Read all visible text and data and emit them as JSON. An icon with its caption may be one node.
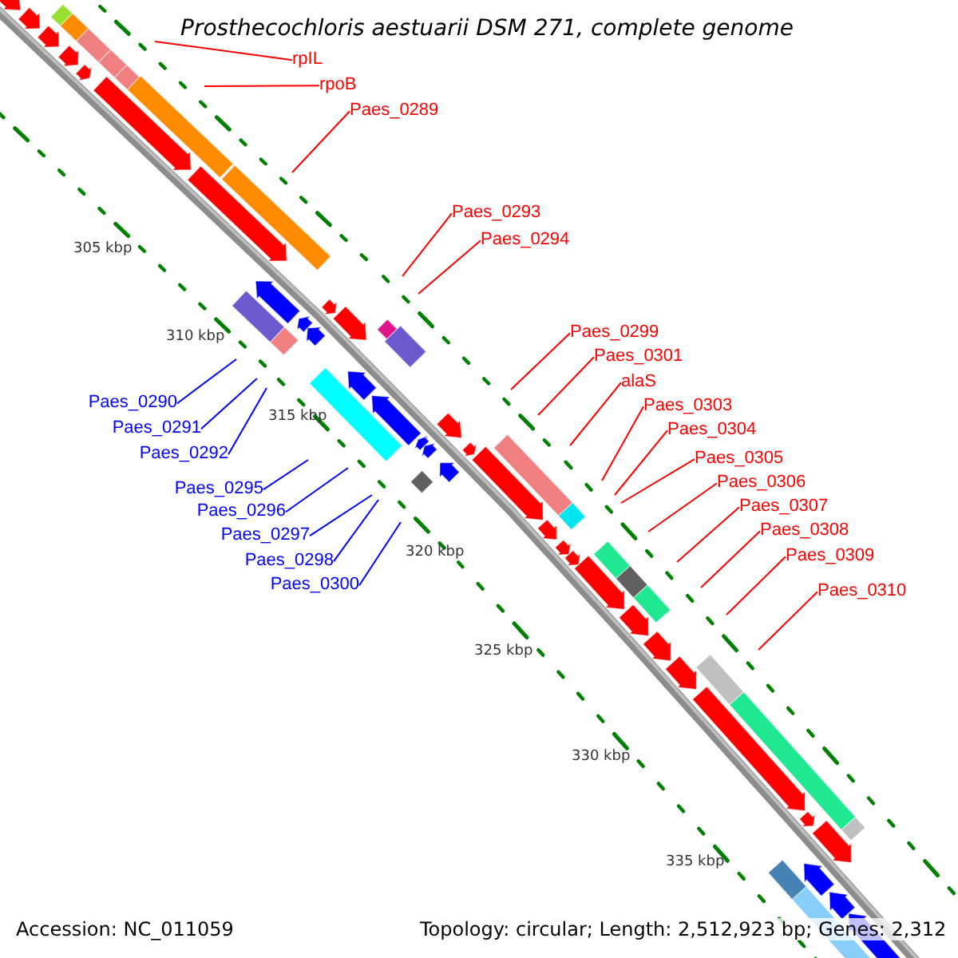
{
  "diagram": {
    "title": "Prosthecochloris aestuarii DSM 271, complete genome",
    "nodes": [
      {
        "text": [
          "rpIL"
        ]
      },
      {
        "text": [
          "rpoB"
        ]
      },
      {
        "text": [
          "Paes_0289"
        ]
      },
      {
        "text": [
          "Paes_0293"
        ]
      },
      {
        "text": [
          "Paes_0294"
        ]
      },
      {
        "text": [
          "Paes_0299"
        ]
      },
      {
        "text": [
          "Paes_0301"
        ]
      },
      {
        "text": [
          "alaS"
        ]
      },
      {
        "text": [
          "Paes_0303"
        ]
      },
      {
        "text": [
          "Paes_0304"
        ]
      },
      {
        "text": [
          "Paes_0305"
        ]
      },
      {
        "text": [
          "Paes_0306"
        ]
      },
      {
        "text": [
          "Paes_0307"
        ]
      },
      {
        "text": [
          "Paes_0308"
        ]
      },
      {
        "text": [
          "Paes_0309"
        ]
      },
      {
        "text": [
          "Paes_0310"
        ]
      },
      {
        "text": [
          "Paes_0290"
        ]
      },
      {
        "text": [
          "Paes_0291"
        ]
      },
      {
        "text": [
          "Paes_0292"
        ]
      },
      {
        "text": [
          "Paes_0295"
        ]
      },
      {
        "text": [
          "Paes_0296"
        ]
      },
      {
        "text": [
          "Paes_0297"
        ]
      },
      {
        "text": [
          "Paes_0298"
        ]
      },
      {
        "text": [
          "Paes_0300"
        ]
      }
    ],
    "edges": [
      {
        "from": 0,
        "to": null,
        "arrow": "none"
      },
      {
        "from": 1,
        "to": null,
        "arrow": "none"
      },
      {
        "from": 2,
        "to": null,
        "arrow": "none"
      },
      {
        "from": 3,
        "to": null,
        "arrow": "none"
      },
      {
        "from": 4,
        "to": null,
        "arrow": "none"
      },
      {
        "from": 5,
        "to": null,
        "arrow": "none"
      },
      {
        "from": 6,
        "to": null,
        "arrow": "none"
      },
      {
        "from": 7,
        "to": null,
        "arrow": "none"
      },
      {
        "from": 8,
        "to": null,
        "arrow": "none"
      },
      {
        "from": 9,
        "to": null,
        "arrow": "none"
      },
      {
        "from": 10,
        "to": null,
        "arrow": "none"
      },
      {
        "from": 11,
        "to": null,
        "arrow": "none"
      },
      {
        "from": 12,
        "to": null,
        "arrow": "none"
      },
      {
        "from": 13,
        "to": null,
        "arrow": "none"
      },
      {
        "from": 14,
        "to": null,
        "arrow": "none"
      },
      {
        "from": 15,
        "to": null,
        "arrow": "none"
      },
      {
        "from": 16,
        "to": null,
        "arrow": "none",
        "color": "#0000ff"
      },
      {
        "from": 17,
        "to": null,
        "arrow": "none",
        "color": "#0000ff"
      },
      {
        "from": 18,
        "to": null,
        "arrow": "none",
        "color": "#0000ff"
      },
      {
        "from": 19,
        "to": null,
        "arrow": "none",
        "color": "#0000ff"
      },
      {
        "from": 20,
        "to": null,
        "arrow": "none",
        "color": "#0000ff"
      },
      {
        "from": 21,
        "to": null,
        "arrow": "none",
        "color": "#0000ff"
      },
      {
        "from": 22,
        "to": null,
        "arrow": "none",
        "color": "#0000ff"
      },
      {
        "from": 23,
        "to": null,
        "arrow": "none",
        "color": "#0000ff"
      }
    ],
    "labels": [
      "305 kbp",
      "310 kbp",
      "315 kbp",
      "320 kbp",
      "325 kbp",
      "330 kbp",
      "335 kbp",
      "Accession: NC_011059",
      "Topology: circular; Length: 2,512,923 bp; Genes: 2,312"
    ]
  }
}
